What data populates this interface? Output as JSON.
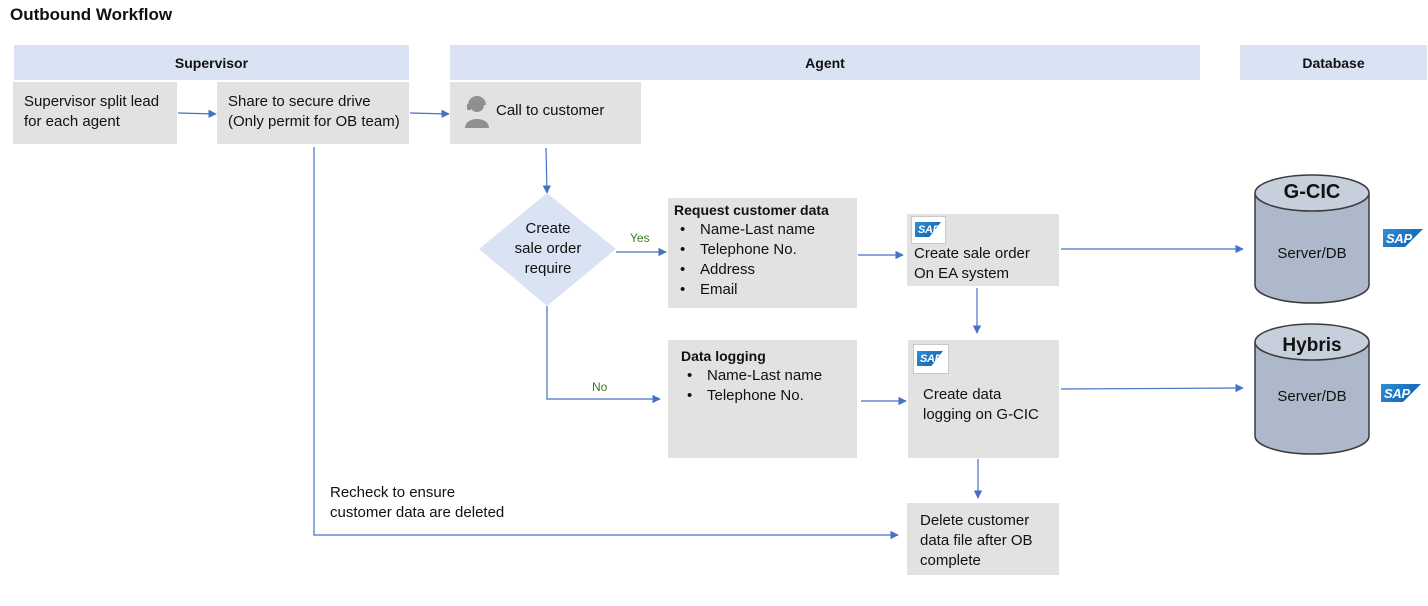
{
  "title": "Outbound Workflow",
  "lanes": {
    "supervisor": "Supervisor",
    "agent": "Agent",
    "database": "Database"
  },
  "steps": {
    "split_lead": [
      "Supervisor split lead",
      "for each agent"
    ],
    "share_drive": [
      "Share to secure drive",
      "(Only permit for OB team)"
    ],
    "call_customer": "Call to customer",
    "decision": [
      "Create",
      "sale order",
      "require"
    ],
    "request_data": {
      "heading": "Request customer data",
      "items": [
        "Name-Last name",
        "Telephone No.",
        "Address",
        "Email"
      ]
    },
    "create_sale_order": [
      "Create sale order",
      "On EA system"
    ],
    "data_logging": {
      "heading": "Data logging",
      "items": [
        "Name-Last name",
        "Telephone No."
      ]
    },
    "create_data_logging": [
      "Create data",
      "logging on G-CIC"
    ],
    "delete_file": [
      "Delete customer",
      "data file after OB",
      "complete"
    ],
    "recheck_note": [
      "Recheck to ensure",
      "customer data are deleted"
    ]
  },
  "branch_labels": {
    "yes": "Yes",
    "no": "No"
  },
  "databases": [
    {
      "name": "G-CIC",
      "sub": "Server/DB"
    },
    {
      "name": "Hybris",
      "sub": "Server/DB"
    }
  ],
  "sap_logo_text": "SAP",
  "colors": {
    "lane": "#dae3f3",
    "box": "#e2e2e2",
    "arrow": "#4472c4",
    "cylinder": "#adb9ca",
    "branch_label": "#3a7a1f"
  }
}
